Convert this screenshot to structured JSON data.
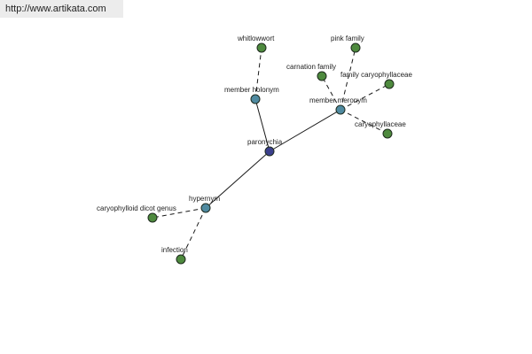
{
  "banner": {
    "url": "http://www.artikata.com"
  },
  "graph": {
    "center": {
      "label": "paronychia",
      "color": "#3b3f8c"
    },
    "relations": {
      "holonym": {
        "label": "member holonym",
        "color": "#4f8aa0"
      },
      "meronym": {
        "label": "member meronym",
        "color": "#4f8aa0"
      },
      "hypernym": {
        "label": "hypernym",
        "color": "#4f8aa0"
      }
    },
    "leaves": {
      "whitlowwort": {
        "label": "whitlowwort",
        "color": "#4e8a3e"
      },
      "pink_family": {
        "label": "pink family",
        "color": "#4e8a3e"
      },
      "carnation_family": {
        "label": "carnation family",
        "color": "#4e8a3e"
      },
      "family_caryophyllaceae": {
        "label": "family caryophyllaceae",
        "color": "#4e8a3e"
      },
      "caryophyllaceae": {
        "label": "caryophyllaceae",
        "color": "#4e8a3e"
      },
      "caryophylloid_dicot_genus": {
        "label": "caryophylloid dicot genus",
        "color": "#4e8a3e"
      },
      "infection": {
        "label": "infection",
        "color": "#4e8a3e"
      }
    }
  }
}
